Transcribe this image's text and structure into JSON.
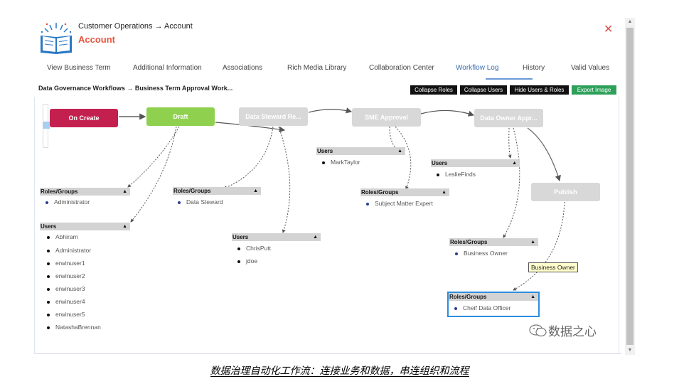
{
  "header": {
    "breadcrumb": "Customer Operations → Account",
    "title": "Account",
    "close_icon": "✕",
    "brand_color": "#e8553f"
  },
  "tabs": [
    {
      "label": "View Business Term"
    },
    {
      "label": "Additional Information"
    },
    {
      "label": "Associations"
    },
    {
      "label": "Rich Media Library"
    },
    {
      "label": "Collaboration Center"
    },
    {
      "label": "Workflow Log",
      "active": true
    },
    {
      "label": "History"
    },
    {
      "label": "Valid Values"
    }
  ],
  "workflow": {
    "path": "Data Governance Workflows → Business Term Approval Work...",
    "buttons": {
      "collapse_roles": "Collapse Roles",
      "collapse_users": "Collapse Users",
      "hide_users_roles": "Hide Users & Roles",
      "export_image": "Export Image"
    },
    "nodes": {
      "on_create": "On Create",
      "draft": "Draft",
      "data_steward": "Data Steward Re...",
      "sme_approval": "SME Approval",
      "data_owner": "Data Owner Appr...",
      "publish": "Publish"
    },
    "panels": {
      "draft_roles": {
        "header": "Roles/Groups",
        "items": [
          "Administrator"
        ]
      },
      "draft_users": {
        "header": "Users",
        "items": [
          "Abhiram",
          "Administrator",
          "erwinuser1",
          "erwinuser2",
          "erwinuser3",
          "erwinuser4",
          "erwinuser5",
          "NatashaBrennan"
        ]
      },
      "steward_roles": {
        "header": "Roles/Groups",
        "items": [
          "Data Steward"
        ]
      },
      "steward_users": {
        "header": "Users",
        "items": [
          "ChrisPutt",
          "jdoe"
        ]
      },
      "sme_users": {
        "header": "Users",
        "items": [
          "MarkTaylor"
        ]
      },
      "sme_roles": {
        "header": "Roles/Groups",
        "items": [
          "Subject Matter Expert"
        ]
      },
      "owner_users": {
        "header": "Users",
        "items": [
          "LeslieFinds"
        ]
      },
      "owner_roles": {
        "header": "Roles/Groups",
        "items": [
          "Business Owner"
        ]
      },
      "publish_roles": {
        "header": "Roles/Groups",
        "items": [
          "Cheif Data Officer"
        ]
      }
    },
    "tooltip": "Business Owner"
  },
  "watermark": "数据之心",
  "caption": "数据治理自动化工作流：连接业务和数据，串连组织和流程"
}
